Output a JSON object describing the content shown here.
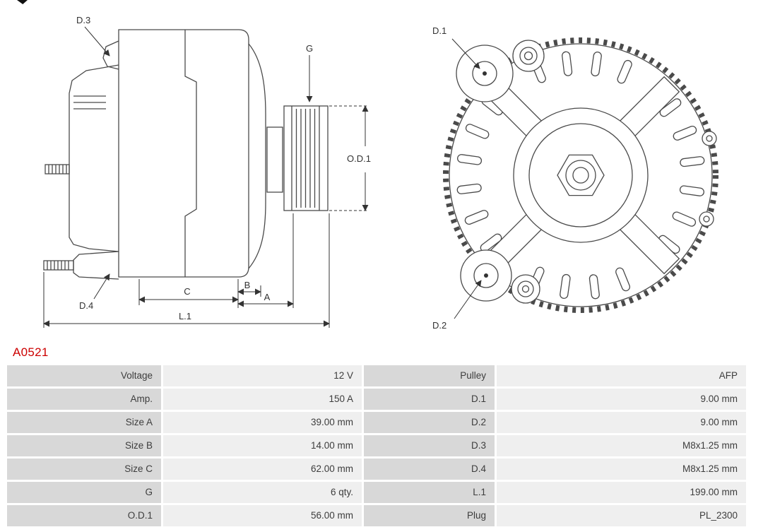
{
  "part_number": "A0521",
  "colors": {
    "part_number": "#cc0000",
    "table_label_bg": "#d8d8d8",
    "table_value_bg": "#efefef",
    "drawing_line": "#4a4a4a"
  },
  "diagram": {
    "side_view": {
      "labels": {
        "d3": "D.3",
        "g": "G",
        "od1": "O.D.1",
        "d4": "D.4",
        "c": "C",
        "b": "B",
        "a": "A",
        "l1": "L.1"
      }
    },
    "front_view": {
      "labels": {
        "d1": "D.1",
        "d2": "D.2"
      }
    }
  },
  "table": {
    "rows": [
      {
        "l1": "Voltage",
        "v1": "12 V",
        "l2": "Pulley",
        "v2": "AFP"
      },
      {
        "l1": "Amp.",
        "v1": "150 A",
        "l2": "D.1",
        "v2": "9.00 mm"
      },
      {
        "l1": "Size A",
        "v1": "39.00 mm",
        "l2": "D.2",
        "v2": "9.00 mm"
      },
      {
        "l1": "Size B",
        "v1": "14.00 mm",
        "l2": "D.3",
        "v2": "M8x1.25 mm"
      },
      {
        "l1": "Size C",
        "v1": "62.00 mm",
        "l2": "D.4",
        "v2": "M8x1.25 mm"
      },
      {
        "l1": "G",
        "v1": "6 qty.",
        "l2": "L.1",
        "v2": "199.00 mm"
      },
      {
        "l1": "O.D.1",
        "v1": "56.00 mm",
        "l2": "Plug",
        "v2": "PL_2300"
      }
    ]
  }
}
